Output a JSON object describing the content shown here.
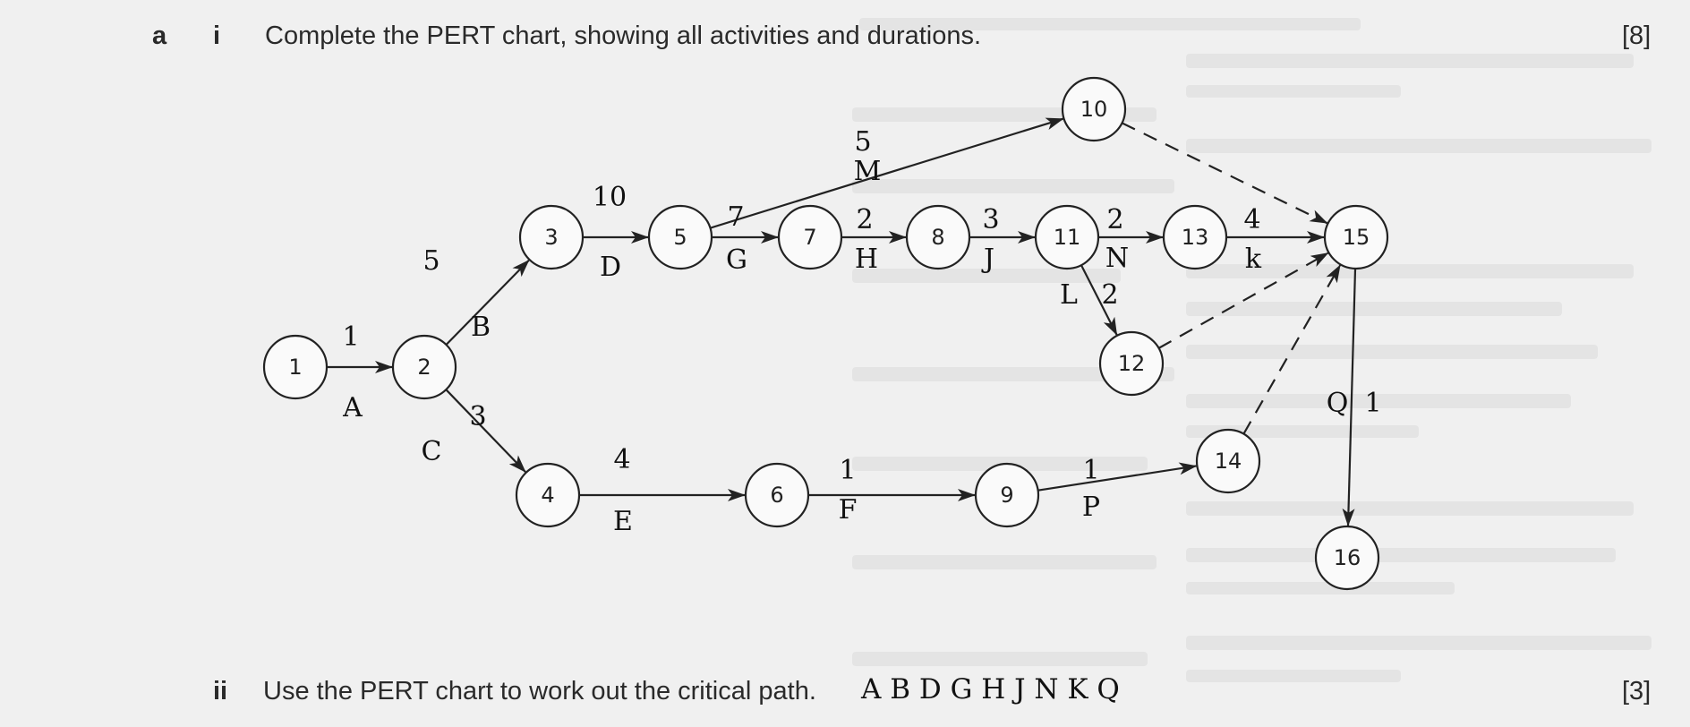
{
  "part_a": {
    "letter": "a",
    "roman": "i",
    "text": "Complete the PERT chart, showing all activities and durations.",
    "marks": "[8]"
  },
  "part_b": {
    "roman": "ii",
    "text": "Use the PERT chart to work out the critical path.",
    "answer": "A B D G H J N K Q",
    "marks": "[3]"
  },
  "pert": {
    "nodes": [
      "1",
      "2",
      "3",
      "4",
      "5",
      "6",
      "7",
      "8",
      "9",
      "10",
      "11",
      "12",
      "13",
      "14",
      "15",
      "16"
    ],
    "edges": [
      {
        "from": "1",
        "to": "2",
        "duration": "1",
        "activity": "A",
        "dashed": false
      },
      {
        "from": "2",
        "to": "3",
        "duration": "5",
        "activity": "B",
        "dashed": false
      },
      {
        "from": "2",
        "to": "4",
        "duration": "3",
        "activity": "C",
        "dashed": false
      },
      {
        "from": "3",
        "to": "5",
        "duration": "10",
        "activity": "D",
        "dashed": false
      },
      {
        "from": "4",
        "to": "6",
        "duration": "4",
        "activity": "E",
        "dashed": false
      },
      {
        "from": "5",
        "to": "7",
        "duration": "7",
        "activity": "G",
        "dashed": false
      },
      {
        "from": "5",
        "to": "10",
        "duration": "5",
        "activity": "M",
        "dashed": false
      },
      {
        "from": "6",
        "to": "9",
        "duration": "1",
        "activity": "F",
        "dashed": false
      },
      {
        "from": "7",
        "to": "8",
        "duration": "2",
        "activity": "H",
        "dashed": false
      },
      {
        "from": "8",
        "to": "11",
        "duration": "3",
        "activity": "J",
        "dashed": false
      },
      {
        "from": "9",
        "to": "14",
        "duration": "1",
        "activity": "P",
        "dashed": false
      },
      {
        "from": "11",
        "to": "13",
        "duration": "2",
        "activity": "N",
        "dashed": false
      },
      {
        "from": "11",
        "to": "12",
        "duration": "2",
        "activity": "L",
        "dashed": false
      },
      {
        "from": "13",
        "to": "15",
        "duration": "4",
        "activity": "k",
        "dashed": false
      },
      {
        "from": "15",
        "to": "16",
        "duration": "1",
        "activity": "Q",
        "dashed": false
      },
      {
        "from": "10",
        "to": "15",
        "duration": "",
        "activity": "",
        "dashed": true
      },
      {
        "from": "12",
        "to": "15",
        "duration": "",
        "activity": "",
        "dashed": true
      },
      {
        "from": "14",
        "to": "15",
        "duration": "",
        "activity": "",
        "dashed": true
      }
    ]
  }
}
